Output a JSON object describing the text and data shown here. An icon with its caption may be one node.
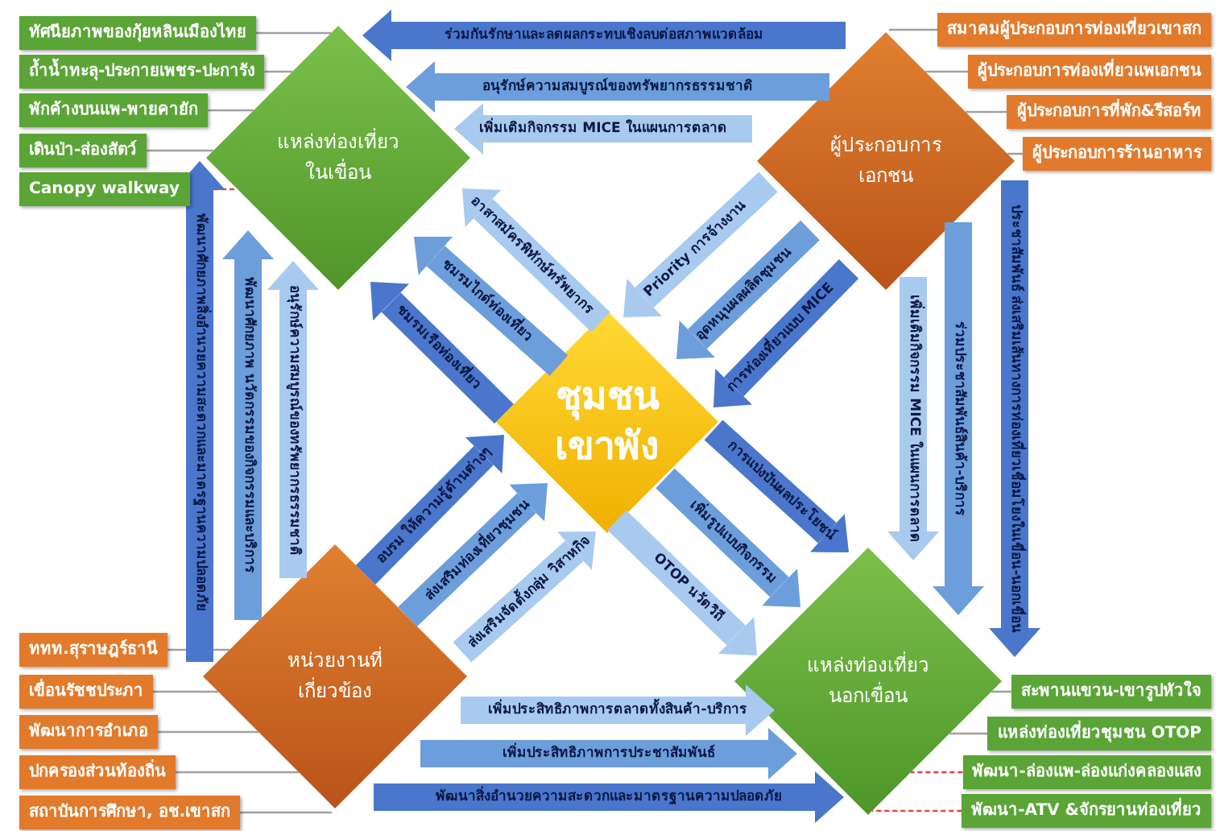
{
  "diagram": {
    "nodes": [
      {
        "text": [
          "ทัศนียภาพของกุ้ยหลินเมืองไทย"
        ]
      },
      {
        "text": [
          "ถ้ำน้ำทะลุ-ประกายเพชร-ปะการัง"
        ]
      },
      {
        "text": [
          "พักค้างบนแพ-พายคายัก"
        ]
      },
      {
        "text": [
          "เดินป่า-ส่องสัตว์"
        ]
      },
      {
        "text": [
          "Canopy walkway"
        ]
      },
      {
        "text": [
          "แหล่งท่องเที่ยวในเขื่อน"
        ]
      },
      {
        "text": [
          "สมาคมผู้ประกอบการท่องเที่ยวเขาสก"
        ]
      },
      {
        "text": [
          "ผู้ประกอบการท่องเที่ยวแพเอกชน"
        ]
      },
      {
        "text": [
          "ผู้ประกอบการที่พัก**&**รีสอร์ท"
        ]
      },
      {
        "text": [
          "ผู้ประกอบการร้านอาหาร"
        ]
      },
      {
        "text": [
          "ผู้ประกอบการเอกชน"
        ]
      },
      {
        "text": [
          "ชุมชนเขาพัง"
        ]
      },
      {
        "text": [
          "ททท.สุราษฎร์ธานี"
        ]
      },
      {
        "text": [
          "เขื่อนรัชชประภา"
        ]
      },
      {
        "text": [
          "พัฒนาการอำเภอ"
        ]
      },
      {
        "text": [
          "ปกครองส่วนท้องถิ่น"
        ]
      },
      {
        "text": [
          "สถาบันการศึกษา, อช.เขาสก"
        ]
      },
      {
        "text": [
          "หน่วยงานที่เกี่ยวข้อง"
        ]
      },
      {
        "text": [
          "แหล่งท่องเที่ยวนอกเขื่อน"
        ]
      },
      {
        "text": [
          "สะพานแขวน-เขารูปหัวใจ"
        ]
      },
      {
        "text": [
          "แหล่งท่องเที่ยวชุมชน **OTOP**"
        ]
      },
      {
        "text": [
          "พัฒนา-ล่องแพ-ล่องแก่งคลองแสง"
        ]
      },
      {
        "text": [
          "พัฒนา-**ATV &**จักรยานท่องเที่ยว"
        ]
      }
    ],
    "edges": [
      {
        "from": 0,
        "to": 5,
        "arrow": "none",
        "color": "#a0a0a0"
      },
      {
        "from": 1,
        "to": 5,
        "arrow": "none",
        "color": "#a0a0a0"
      },
      {
        "from": 2,
        "to": 5,
        "arrow": "none",
        "color": "#a0a0a0"
      },
      {
        "from": 3,
        "to": 5,
        "arrow": "none",
        "color": "#a0a0a0"
      },
      {
        "from": 4,
        "to": 5,
        "arrow": "none",
        "style": "dashed",
        "color": "#e5413a"
      },
      {
        "from": 6,
        "to": 10,
        "arrow": "none",
        "color": "#a0a0a0"
      },
      {
        "from": 7,
        "to": 10,
        "arrow": "none",
        "color": "#a0a0a0"
      },
      {
        "from": 8,
        "to": 10,
        "arrow": "none",
        "color": "#a0a0a0"
      },
      {
        "from": 9,
        "to": 10,
        "arrow": "none",
        "color": "#a0a0a0"
      },
      {
        "from": 12,
        "to": 17,
        "arrow": "none",
        "color": "#a0a0a0"
      },
      {
        "from": 13,
        "to": 17,
        "arrow": "none",
        "color": "#a0a0a0"
      },
      {
        "from": 14,
        "to": 17,
        "arrow": "none",
        "color": "#a0a0a0"
      },
      {
        "from": 15,
        "to": 17,
        "arrow": "none",
        "color": "#a0a0a0"
      },
      {
        "from": 16,
        "to": 17,
        "arrow": "none",
        "color": "#a0a0a0"
      },
      {
        "from": 19,
        "to": 18,
        "arrow": "none",
        "color": "#a0a0a0"
      },
      {
        "from": 20,
        "to": 18,
        "arrow": "none",
        "color": "#a0a0a0"
      },
      {
        "from": 21,
        "to": 18,
        "arrow": "none",
        "style": "dashed",
        "color": "#e5413a"
      },
      {
        "from": 22,
        "to": 18,
        "arrow": "none",
        "style": "dashed",
        "color": "#e5413a"
      },
      {
        "from": 10,
        "to": 5,
        "arrow": "to",
        "color": "#4a76cc",
        "label": "ร่วมกันรักษาและลดผลกระทบเชิงลบต่อสภาพแวดล้อม"
      },
      {
        "from": 10,
        "to": 5,
        "arrow": "to",
        "color": "#6d9edc",
        "label": "อนุรักษ์ความสมบูรณ์ของทรัพยากรธรรมชาติ"
      },
      {
        "from": 10,
        "to": 5,
        "arrow": "to",
        "color": "#a8caee",
        "label": "เพิ่มเติมกิจกรรม **MICE** ในแผนการตลาด"
      },
      {
        "from": 17,
        "to": 5,
        "arrow": "to",
        "color": "#4a76cc",
        "label": "พัฒนาศักยภาพสิ่งอำนวยความสะดวกและมาตรฐานความปลอดภัย"
      },
      {
        "from": 17,
        "to": 5,
        "arrow": "to",
        "color": "#6d9edc",
        "label": "พัฒนาศักยภาพ นวัตกรรมของกิจกรรมและบริการ"
      },
      {
        "from": 17,
        "to": 5,
        "arrow": "to",
        "color": "#a8caee",
        "label": "อนุรักษ์ความสมบูรณ์ของทรัพยากรธรรมชาติ"
      },
      {
        "from": 11,
        "to": 5,
        "arrow": "to",
        "color": "#a8caee",
        "label": "อาสาสมัครพิทักษ์ทรัพยากร"
      },
      {
        "from": 11,
        "to": 5,
        "arrow": "to",
        "color": "#6d9edc",
        "label": "ชมรมไกด์ท่องเที่ยว"
      },
      {
        "from": 11,
        "to": 5,
        "arrow": "to",
        "color": "#4a76cc",
        "label": "ชมรมเรือท่องเที่ยว"
      },
      {
        "from": 10,
        "to": 11,
        "arrow": "to",
        "color": "#a8caee",
        "label": "**Priority** การจ้างงาน"
      },
      {
        "from": 10,
        "to": 11,
        "arrow": "to",
        "color": "#6d9edc",
        "label": "อุดหนุนผลผลิตชุมชน"
      },
      {
        "from": 10,
        "to": 11,
        "arrow": "to",
        "color": "#4a76cc",
        "label": "การท่องเที่ยวแบบ **MICE**"
      },
      {
        "from": 17,
        "to": 11,
        "arrow": "to",
        "color": "#4a76cc",
        "label": "อบรม ให้ความรู้ด้านต่างๆ"
      },
      {
        "from": 17,
        "to": 11,
        "arrow": "to",
        "color": "#6d9edc",
        "label": "ส่งเสริมท่องเที่ยวชุมชน"
      },
      {
        "from": 17,
        "to": 11,
        "arrow": "to",
        "color": "#a8caee",
        "label": "ส่งเสริมจัดตั้งกลุ่ม วิสาหกิจ"
      },
      {
        "from": 11,
        "to": 18,
        "arrow": "to",
        "color": "#4a76cc",
        "label": "การแบ่งปันผลประโยชน์"
      },
      {
        "from": 11,
        "to": 18,
        "arrow": "to",
        "color": "#6d9edc",
        "label": "เพิ่มรูปแบบกิจกรรม"
      },
      {
        "from": 11,
        "to": 18,
        "arrow": "to",
        "color": "#a8caee",
        "label": "**OTOP** นวัตวิถี"
      },
      {
        "from": 10,
        "to": 18,
        "arrow": "to",
        "color": "#a8caee",
        "label": "เพิ่มเติมกิจกรรม **MICE** ในแผนการตลาด"
      },
      {
        "from": 10,
        "to": 18,
        "arrow": "to",
        "color": "#6d9edc",
        "label": "ร่วมประชาสัมพันธ์สินค้า-บริการ"
      },
      {
        "from": 10,
        "to": 18,
        "arrow": "to",
        "color": "#4a76cc",
        "label": "ประชาสัมพันธ์ ส่งเสริมเส้นทางการท่องเที่ยวเชื่อมโยงในเขื่อน-นอกเขื่อน"
      },
      {
        "from": 17,
        "to": 18,
        "arrow": "to",
        "color": "#a8caee",
        "label": "เพิ่มประสิทธิภาพการตลาดทั้งสินค้า-บริการ"
      },
      {
        "from": 17,
        "to": 18,
        "arrow": "to",
        "color": "#6d9edc",
        "label": "เพิ่มประสิทธิภาพการประชาสัมพันธ์"
      },
      {
        "from": 17,
        "to": 18,
        "arrow": "to",
        "color": "#4a76cc",
        "label": "พัฒนาสิ่งอำนวยความสะดวกและมาตรฐานความปลอดภัย"
      }
    ]
  }
}
